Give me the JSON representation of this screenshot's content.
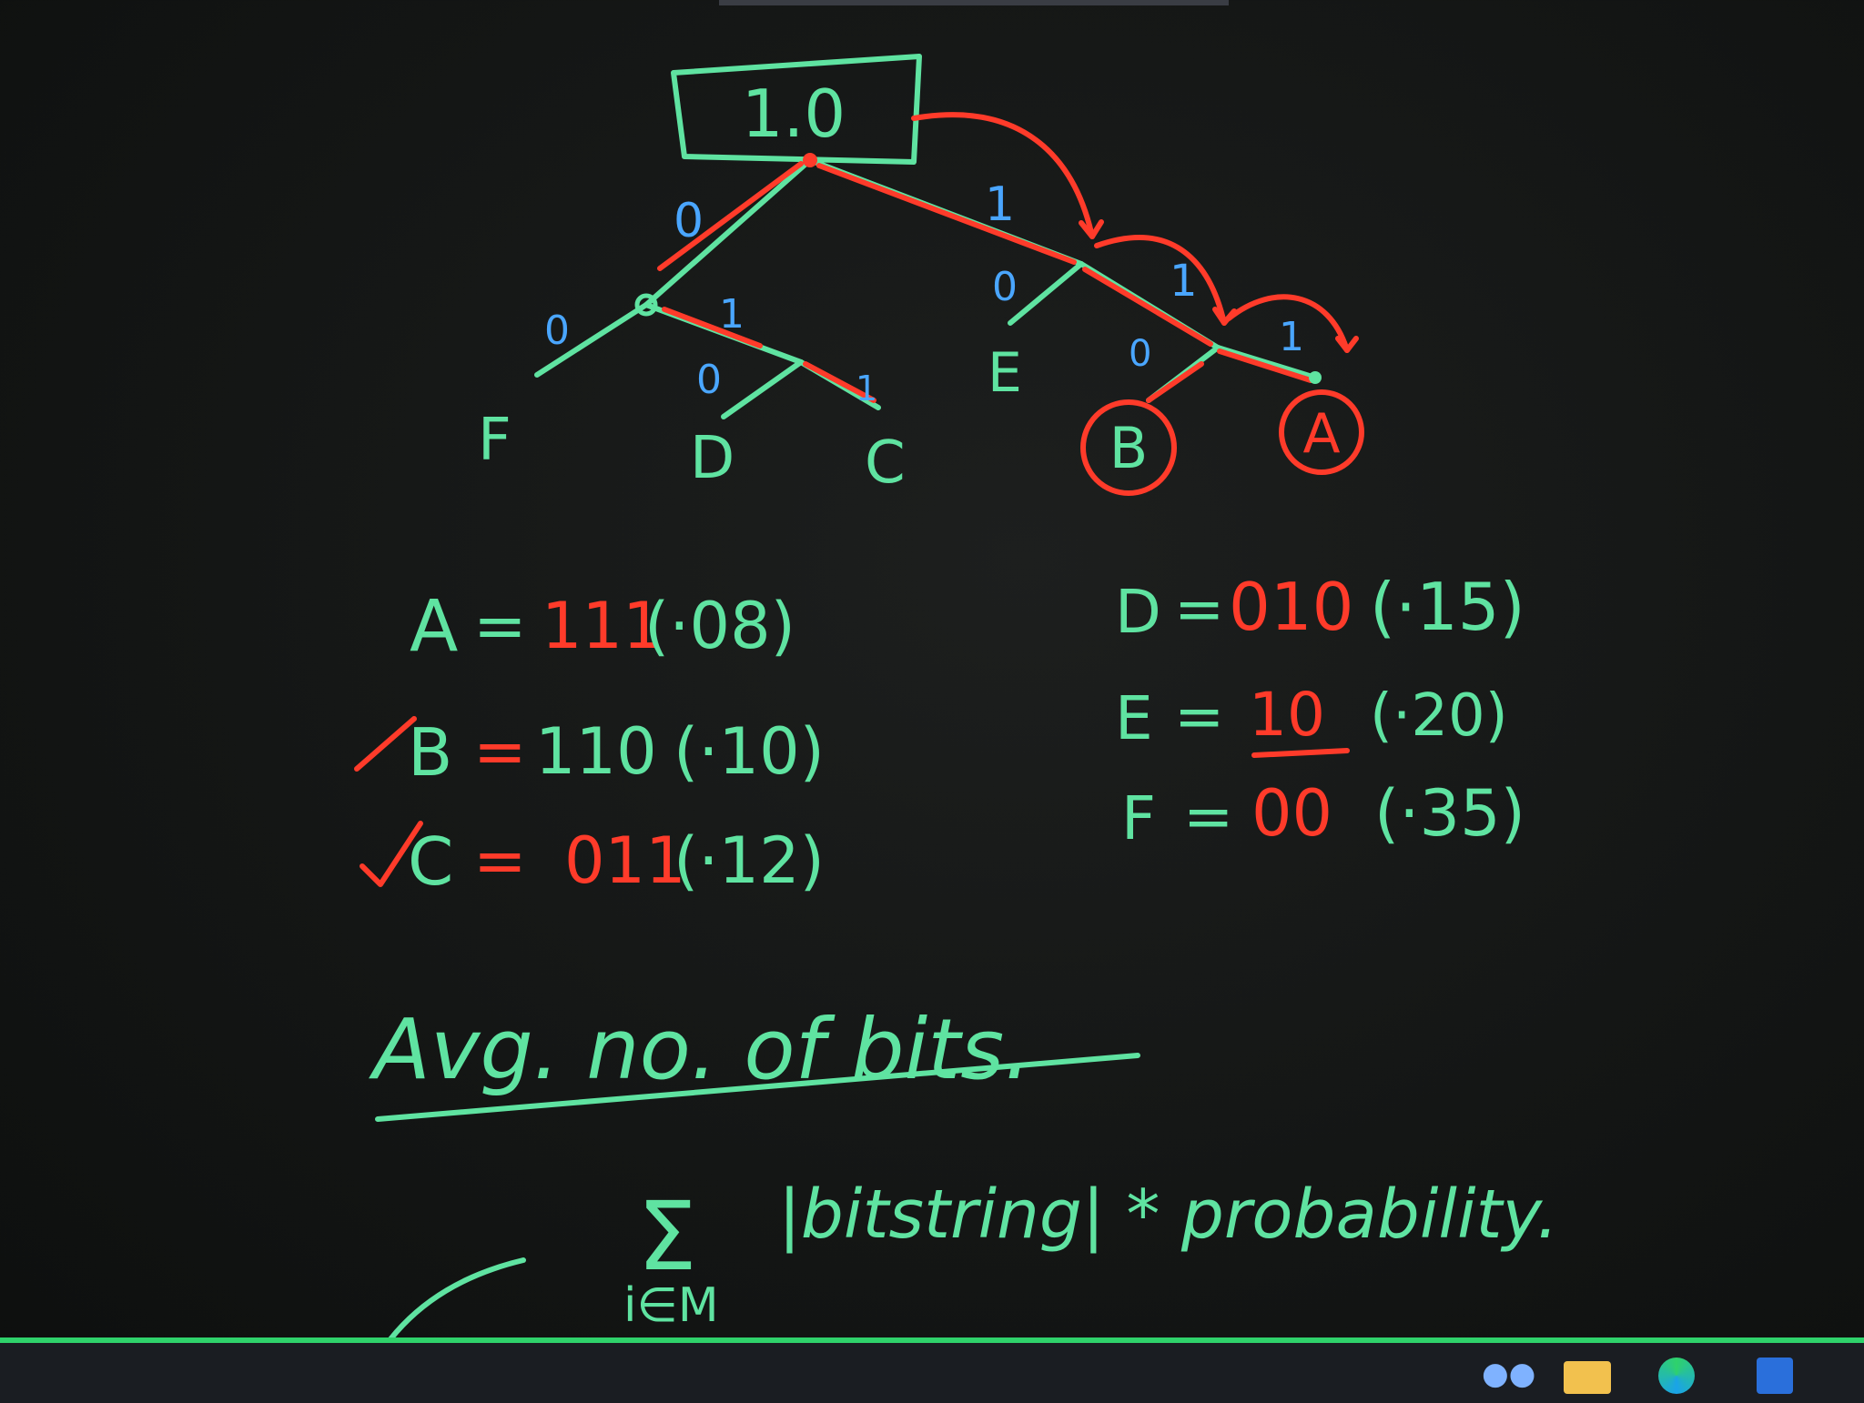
{
  "tree": {
    "root_label": "1.0",
    "edge_labels": {
      "root_left": "0",
      "root_right": "1",
      "left_left": "0",
      "left_right": "1",
      "sub_left": "0",
      "sub_right": "1",
      "r1_left": "0",
      "r1_right": "1",
      "r2_left": "0",
      "r2_right": "1"
    },
    "leaves": {
      "F": "F",
      "D": "D",
      "C": "C",
      "E": "E",
      "B": "B",
      "A": "A"
    }
  },
  "codes": [
    {
      "sym": "A",
      "eq": "=",
      "code": "111",
      "prob": "(·08)"
    },
    {
      "sym": "B",
      "eq": "=",
      "code": "110",
      "prob": "(·10)"
    },
    {
      "sym": "C",
      "eq": "=",
      "code": "011",
      "prob": "(·12)"
    },
    {
      "sym": "D",
      "eq": "=",
      "code": "010",
      "prob": "(·15)"
    },
    {
      "sym": "E",
      "eq": "=",
      "code": "10",
      "prob": "(·20)"
    },
    {
      "sym": "F",
      "eq": "=",
      "code": "00",
      "prob": "(·35)"
    }
  ],
  "heading": "Avg. no. of bits.",
  "formula": {
    "sigma": "Σ",
    "subscript": "i∈M",
    "body": "|bitstring| * probability."
  },
  "colors": {
    "green": "#5fe3a1",
    "red": "#ff3b2a",
    "blue": "#4aa6ff",
    "taskbar_accent": "#2fd26b"
  },
  "taskbar_icons": [
    "people-icon",
    "folder-icon",
    "edge-browser-icon",
    "store-icon"
  ]
}
